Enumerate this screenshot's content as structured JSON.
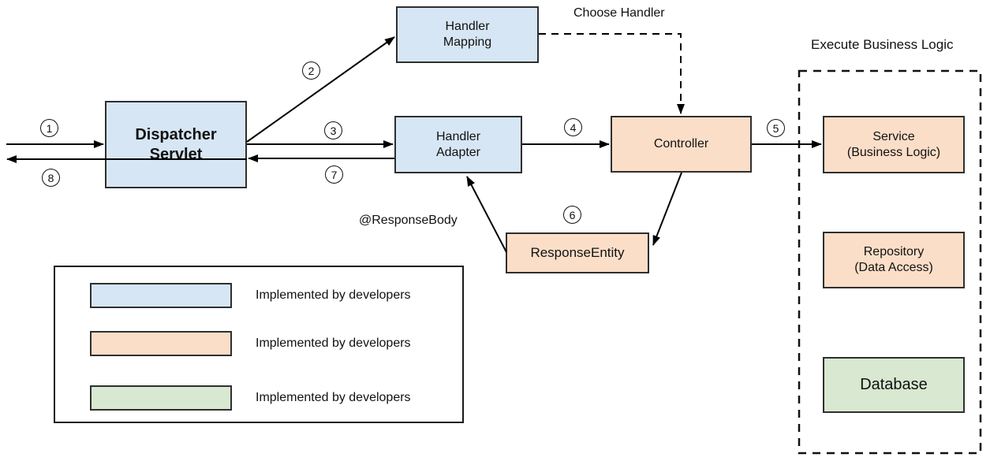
{
  "nodes": {
    "dispatcher_servlet": {
      "line1": "Dispatcher",
      "line2": "Servlet"
    },
    "handler_mapping": {
      "line1": "Handler",
      "line2": "Mapping"
    },
    "handler_adapter": {
      "line1": "Handler",
      "line2": "Adapter"
    },
    "controller": {
      "label": "Controller"
    },
    "response_entity": {
      "label": "ResponseEntity"
    },
    "service": {
      "line1": "Service",
      "line2": "(Business Logic)"
    },
    "repository": {
      "line1": "Repository",
      "line2": "(Data Access)"
    },
    "database": {
      "label": "Database"
    }
  },
  "annotations": {
    "choose_handler": "Choose Handler",
    "execute_business_logic": "Execute Business Logic",
    "response_body": "@ResponseBody"
  },
  "steps": {
    "s1": "1",
    "s2": "2",
    "s3": "3",
    "s4": "4",
    "s5": "5",
    "s6": "6",
    "s7": "7",
    "s8": "8"
  },
  "legend": {
    "items": [
      {
        "color": "#d7e6f4",
        "label": "Implemented by developers"
      },
      {
        "color": "#fbdec8",
        "label": "Implemented by developers"
      },
      {
        "color": "#d8e8d1",
        "label": "Implemented by developers"
      }
    ]
  },
  "colors": {
    "node_blue": "#d7e6f4",
    "node_peach": "#fbdec8",
    "node_green": "#d8e8d1",
    "stroke": "#2f2f2f",
    "arrow": "#000000"
  }
}
